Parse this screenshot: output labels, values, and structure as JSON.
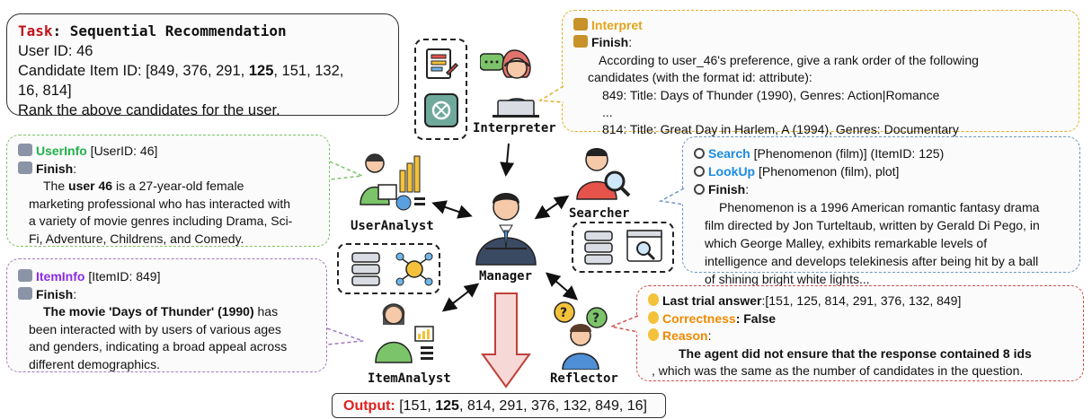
{
  "task_box": {
    "task_prefix": "Task",
    "task_title": ": Sequential Recommendation",
    "user_id_line": "User ID: 46",
    "candidates_prefix": "Candidate Item ID: [849, 376, 291, ",
    "candidates_bold": "125",
    "candidates_suffix": ", 151, 132,",
    "candidates_line2": "16, 814]",
    "instruction": "Rank the above candidates for the user."
  },
  "interpreter_box": {
    "action": "Interpret",
    "finish": "Finish",
    "colon": ":",
    "line1": "According to user_46's preference, give a rank order of the following",
    "line2": "candidates (with the format id: attribute):",
    "line3": "849: Title: Days of Thunder (1990), Genres: Action|Romance",
    "line4": "...",
    "line5": "814: Title: Great Day in Harlem, A (1994), Genres: Documentary"
  },
  "userinfo_box": {
    "action": "UserInfo",
    "arg": " [UserID: 46]",
    "finish": "Finish",
    "colon": ":",
    "l1_pre": "The ",
    "l1_bold": "user 46",
    "l1_post": " is a 27-year-old female",
    "l2": "marketing professional who has interacted with",
    "l3": "a variety of movie genres including Drama, Sci-",
    "l4": "Fi, Adventure, Childrens, and Comedy."
  },
  "search_box": {
    "search_action": "Search",
    "search_arg": " [Phenomenon (film)] (ItemID: 125)",
    "lookup_action": "LookUp",
    "lookup_arg": " [Phenomenon (film), plot]",
    "finish": "Finish",
    "colon": ":",
    "l1": "Phenomenon is a 1996 American romantic fantasy drama",
    "l2": "film directed by Jon Turteltaub, written by Gerald Di Pego, in",
    "l3": "which George Malley, exhibits remarkable levels of",
    "l4": "intelligence and develops telekinesis after being hit by a ball",
    "l5": "of shining bright white lights..."
  },
  "iteminfo_box": {
    "action": "ItemInfo",
    "arg": " [ItemID: 849]",
    "finish": "Finish",
    "colon": ":",
    "l1_bold": "The movie 'Days of Thunder' (1990)",
    "l1_post": " has",
    "l2": "been interacted with by users of various ages",
    "l3": "and genders, indicating a broad appeal across",
    "l4": "different demographics."
  },
  "reflector_box": {
    "trial_label": "Last trial answer",
    "trial_value": ":[151, 125, 814, 291, 376, 132, 849]",
    "correct_label": "Correctness",
    "correct_value": ": False",
    "reason_label": "Reason",
    "colon": ":",
    "l1": "The agent did not ensure that the response contained 8 ids",
    "l2": ", which was the same as the number of candidates in the question."
  },
  "agents": {
    "interpreter": "Interpreter",
    "user_analyst": "UserAnalyst",
    "searcher": "Searcher",
    "manager": "Manager",
    "item_analyst": "ItemAnalyst",
    "reflector": "Reflector"
  },
  "output_box": {
    "label": "Output:",
    "pre": " [151, ",
    "bold": "125",
    "post": ", 814, 291, 376, 132, 849, 16]"
  },
  "colors": {
    "task_red": "#c0141c",
    "interpret_gold": "#e2a51d",
    "userinfo_green": "#22b14c",
    "search_blue": "#1a8ce0",
    "iteminfo_purple": "#8a2be2",
    "reflect_orange": "#f08a00",
    "output_red": "#e0201c",
    "green_border": "#7cc46a",
    "gold_border": "#e0b020",
    "blue_border": "#6e96c8",
    "purple_border": "#a07ac0",
    "red_border": "#d0504a"
  },
  "icons": [
    "clipboard-icon",
    "chatgpt-icon",
    "database-icon",
    "network-icon",
    "web-search-icon",
    "robot-icon",
    "magnifier-icon",
    "lightbulb-icon",
    "down-arrow-icon"
  ]
}
